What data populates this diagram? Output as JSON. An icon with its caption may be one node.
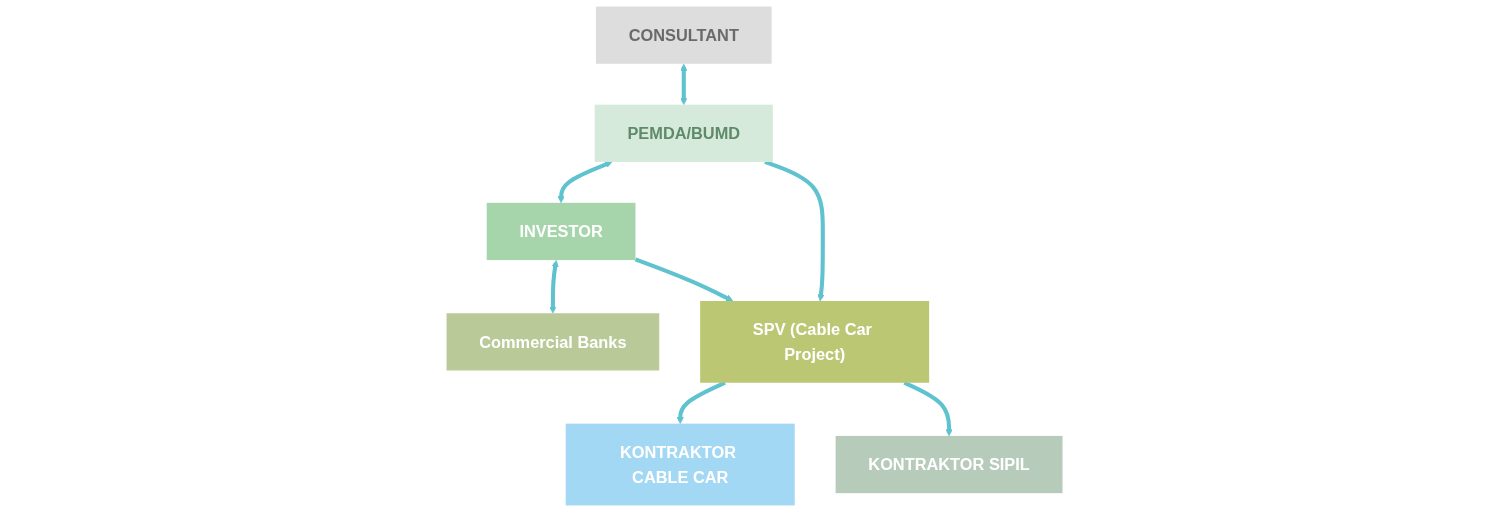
{
  "diagram": {
    "nodes": [
      {
        "text": [
          "CONSULTANT"
        ]
      },
      {
        "text": [
          "PEMDA/BUMD"
        ]
      },
      {
        "text": [
          "INVESTOR"
        ]
      },
      {
        "text": [
          "Commercial Banks"
        ]
      },
      {
        "text": [
          "SPV (Cable Car Project)"
        ]
      },
      {
        "text": [
          "KONTRAKTOR CABLE CAR"
        ]
      },
      {
        "text": [
          "KONTRAKTOR SIPIL"
        ]
      }
    ],
    "edges": [
      {
        "from": 0,
        "to": 1,
        "arrow": "both"
      },
      {
        "from": 1,
        "to": 2,
        "arrow": "both"
      },
      {
        "from": 2,
        "to": 3,
        "arrow": "both"
      },
      {
        "from": 1,
        "to": 4,
        "arrow": "to"
      },
      {
        "from": 2,
        "to": 4,
        "arrow": "to"
      },
      {
        "from": 4,
        "to": 5,
        "arrow": "to"
      },
      {
        "from": 4,
        "to": 6,
        "arrow": "to"
      }
    ]
  }
}
